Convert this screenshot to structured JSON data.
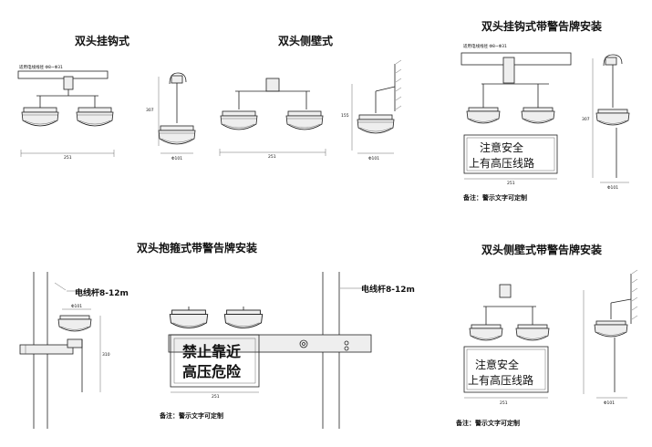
{
  "titles": {
    "double_hook": "双头挂钩式",
    "double_side_wall": "双头侧壁式",
    "double_hook_sign": "双头挂钩式带警告牌安装",
    "double_hug_pole_sign": "双头抱箍式带警告牌安装",
    "double_side_wall_sign": "双头侧壁式带警告牌安装"
  },
  "signs": {
    "sign1_line1": "注意安全",
    "sign1_line2": "上有高压线路",
    "sign2_line1": "禁止靠近",
    "sign2_line2": "高压危险",
    "sign3_line1": "注意安全",
    "sign3_line2": "上有高压线路"
  },
  "notes": {
    "note1": "备注：警示文字可定制",
    "note2": "备注：警示文字可定制",
    "note3": "备注：警示文字可定制"
  },
  "labels": {
    "pole_a": "电线杆8-12m",
    "pole_b": "电线杆8-12m",
    "wire_a": "适用电线线径 Φ8~Φ31",
    "wire_b": "适用电线线径 Φ8~Φ31"
  },
  "dimensions": {
    "w251_a": "251",
    "w251_b": "251",
    "w251_c": "251",
    "w251_d": "251",
    "w251_e": "251",
    "d101_a": "Φ101",
    "d101_b": "Φ101",
    "d101_c": "Φ101",
    "d101_d": "Φ101",
    "d101_e": "Φ101",
    "h_a": "307",
    "h_b": "155",
    "h_c": "307",
    "h_d": "310"
  }
}
